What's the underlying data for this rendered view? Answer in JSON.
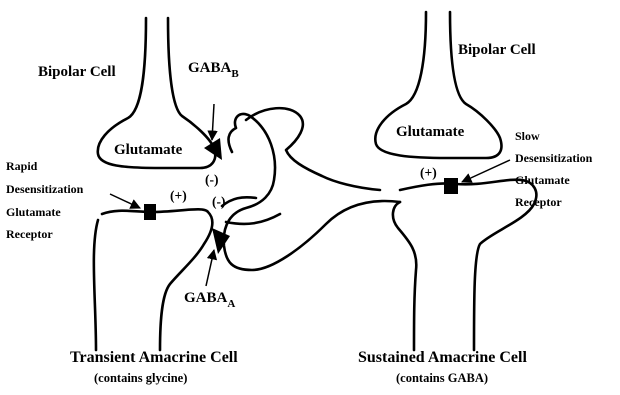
{
  "labels": {
    "bipolar_left": "Bipolar Cell",
    "bipolar_right": "Bipolar Cell",
    "glutamate_left": "Glutamate",
    "glutamate_right": "Glutamate",
    "gaba_b": "GABA",
    "gaba_b_sub": "B",
    "gaba_a": "GABA",
    "gaba_a_sub": "A",
    "rapid": [
      "Rapid",
      "Desensitization",
      "Glutamate",
      "Receptor"
    ],
    "slow": [
      "Slow",
      "Desensitization",
      "Glutamate",
      "Receptor"
    ],
    "plus_left": "(+)",
    "plus_right": "(+)",
    "minus_top": "(-)",
    "minus_bottom": "(-)",
    "transient_title": "Transient Amacrine Cell",
    "transient_sub": "(contains glycine)",
    "sustained_title": "Sustained Amacrine Cell",
    "sustained_sub": "(contains GABA)"
  },
  "icons": {
    "receptor": "filled-square",
    "synapse": "filled-triangle",
    "pointer": "arrow"
  }
}
